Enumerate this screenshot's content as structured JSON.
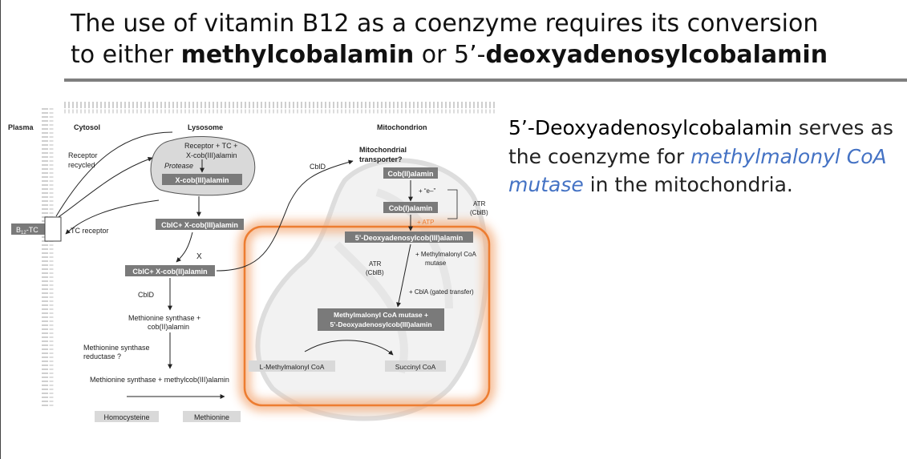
{
  "slide": {
    "title_pre": "The use of vitamin B12 as a coenzyme requires its conversion",
    "title_line2_pre": "to either ",
    "title_bold1": "methylcobalamin",
    "title_mid": " or 5’-",
    "title_bold2": "deoxyadenosylcobalamin"
  },
  "sidebar": {
    "bold": "5’-Deoxyadenosylcobalamin",
    "after_bold": " serves as the coenzyme for ",
    "enzyme": "methylmalonyl CoA mutase",
    "tail": " in the mitochondria."
  },
  "diagram": {
    "headers": {
      "plasma": "Plasma",
      "cytosol": "Cytosol",
      "lysosome": "Lysosome",
      "mitochondrion": "Mitochondrion"
    },
    "receptor_recycled": [
      "Receptor",
      "recycled"
    ],
    "receptor_tc": [
      "Receptor + TC +",
      "X-cob(III)alamin"
    ],
    "protease": "Protease",
    "x_cob3": "X-cob(III)alamin",
    "b12tc": "B",
    "b12tc_sub": "12",
    "b12tc_tail": "-TC",
    "tc_receptor": "TC receptor",
    "cblc_x_cob3": "CblC+ X-cob(III)alamin",
    "x_mark": "X",
    "cblc_x_cob2": "CblC+ X-cob(II)alamin",
    "cbld_top": "CblD",
    "cbld_left": "CblD",
    "transporter": [
      "Mitochondrial",
      "transporter?"
    ],
    "cob2": "Cob(II)alamin",
    "plus_e": "+ “e–”",
    "cob1": "Cob(I)alamin",
    "plus_atp": "+ ATP",
    "atr_cblb_right": [
      "ATR",
      "(CblB)"
    ],
    "deoxy_box": "5’-Deoxyadenosylcob(III)alamin",
    "plus_mmcoa": [
      "+ Methylmalonyl CoA",
      "mutase"
    ],
    "atr_cblb_mid": [
      "ATR",
      "(CblB)"
    ],
    "plus_cbla": "+ CblA (gated transfer)",
    "mmcoa_complex": [
      "Methylmalonyl CoA mutase +",
      "5’-Deoxyadenosylcob(III)alamin"
    ],
    "methyl_mcoa": "L-Methylmalonyl CoA",
    "succinyl": "Succinyl CoA",
    "ms_cob2": [
      "Methionine synthase +",
      "cob(II)alamin"
    ],
    "ms_reductase": [
      "Methionine synthase",
      "reductase ?"
    ],
    "ms_methylcob": "Methionine synthase + methylcob(III)alamin",
    "homocysteine": "Homocysteine",
    "methionine": "Methionine"
  },
  "colors": {
    "accent": "#4472c4",
    "highlight": "#f4b183",
    "highlight_edge": "#ed7d31",
    "dark_box": "#7a7a7a",
    "rule": "#7f7f7f"
  }
}
